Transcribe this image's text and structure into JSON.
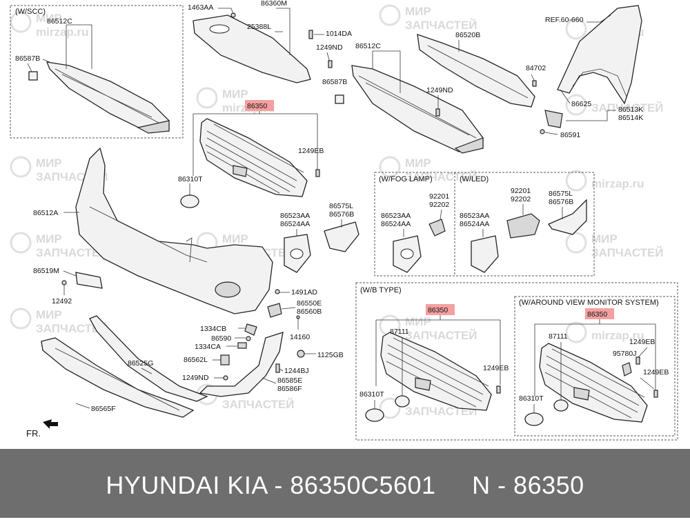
{
  "sections": {
    "scc": "(W/SCC)",
    "fog_lamp": "(W/FOG LAMP)",
    "led": "(W/LED)",
    "b_type": "(W/B TYPE)",
    "avm": "(W/AROUND VIEW MONITOR SYSTEM)"
  },
  "ref": "REF.60-660",
  "fr": "FR.",
  "labels": {
    "p86512c_a": "86512C",
    "p86587b_a": "86587B",
    "p1463aa": "1463AA",
    "p86360m": "86360M",
    "p25388l": "25388L",
    "p1014da": "1014DA",
    "p1249nd_a": "1249ND",
    "p86512c_b": "86512C",
    "p86587b_b": "86587B",
    "p1249nd_b": "1249ND",
    "p86520b": "86520B",
    "p84702": "84702",
    "p86625": "86625",
    "p86513k": "86513K",
    "p86514k": "86514K",
    "p86591": "86591",
    "p86350_main": "86350",
    "p1249eb_main": "1249EB",
    "p86310t_main": "86310T",
    "p86512a": "86512A",
    "p86519m": "86519M",
    "p12492": "12492",
    "p86523aa": "86523AA",
    "p86524aa": "86524AA",
    "p86575l": "86575L",
    "p86576b": "86576B",
    "p92201_f": "92201",
    "p92202_f": "92202",
    "p86523aa_f": "86523AA",
    "p86524aa_f": "86524AA",
    "p92201_l": "92201",
    "p92202_l": "92202",
    "p86523aa_l": "86523AA",
    "p86524aa_l": "86524AA",
    "p86575l_l": "86575L",
    "p86576b_l": "86576B",
    "p1491ad": "1491AD",
    "p86550e": "86550E",
    "p86560b": "86560B",
    "p14160": "14160",
    "p1125gb": "1125GB",
    "p1334cb": "1334CB",
    "p86590": "86590",
    "p1334ca": "1334CA",
    "p86562l": "86562L",
    "p1244bj": "1244BJ",
    "p1249nd_c": "1249ND",
    "p86585e": "86585E",
    "p86586f": "86586F",
    "p86525g": "86525G",
    "p86565f": "86565F",
    "p86350_b": "86350",
    "p87111_b": "87111",
    "p1249eb_b": "1249EB",
    "p86310t_b": "86310T",
    "p86350_c": "86350",
    "p87111_c": "87111",
    "p1249eb_c1": "1249EB",
    "p95780j": "95780J",
    "p1249eb_c2": "1249EB",
    "p86310t_c": "86310T"
  },
  "watermark": {
    "line1": "МИР",
    "line2": "ЗАПЧАСТЕЙ",
    "line3": "mirzap.ru"
  },
  "footer": {
    "text": "HYUNDAI KIA - 86350C5601     N - 86350"
  },
  "colors": {
    "highlight": "#f4a0a0",
    "footer_bg": "#6e6e6e",
    "footer_text": "#ffffff",
    "watermark": "#d9d9d9"
  }
}
